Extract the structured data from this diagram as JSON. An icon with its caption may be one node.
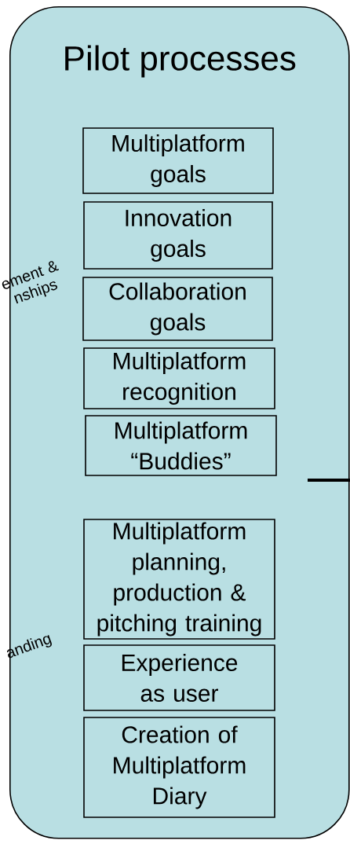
{
  "diagram": {
    "nodes": [
      {
        "text": [
          "Pilot processes"
        ]
      },
      {
        "text": [
          "Multiplatform goals"
        ],
        "in": 0
      },
      {
        "text": [
          "Innovation goals"
        ],
        "in": 0
      },
      {
        "text": [
          "Collaboration goals"
        ],
        "in": 0
      },
      {
        "text": [
          "Multiplatform recognition"
        ],
        "in": 0
      },
      {
        "text": [
          "Multiplatform “Buddies”"
        ],
        "in": 0
      },
      {
        "text": [
          "Multiplatform planning, production & pitching training"
        ],
        "in": 0
      },
      {
        "text": [
          "Experience as user"
        ],
        "in": 0
      },
      {
        "text": [
          "Creation of Multiplatform Diary"
        ],
        "in": 0
      }
    ],
    "edges": [],
    "labels": [
      "ement & nships",
      "anding"
    ]
  }
}
